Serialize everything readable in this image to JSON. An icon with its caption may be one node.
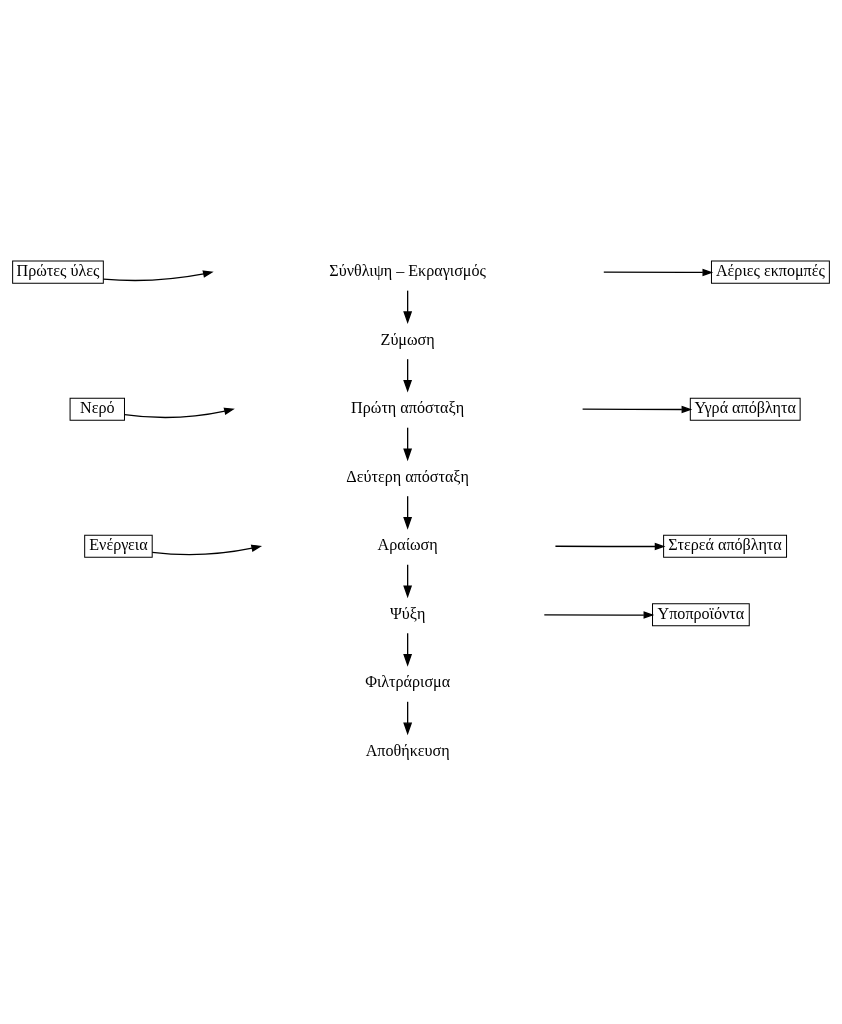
{
  "diagram": {
    "nodes": [
      {
        "text": [
          "Σύνθλιψη – Εκραγισμός"
        ]
      },
      {
        "text": [
          "Πρώτες ύλες"
        ]
      },
      {
        "text": [
          "Αέριες εκπομπές"
        ]
      },
      {
        "text": [
          "Ζύμωση"
        ]
      },
      {
        "text": [
          "Πρώτη απόσταξη"
        ]
      },
      {
        "text": [
          "Νερό"
        ]
      },
      {
        "text": [
          "Υγρά απόβλητα"
        ]
      },
      {
        "text": [
          "Δεύτερη απόσταξη"
        ]
      },
      {
        "text": [
          "Ενέργεια"
        ]
      },
      {
        "text": [
          "Αραίωση"
        ]
      },
      {
        "text": [
          "Στερεά απόβλητα"
        ]
      },
      {
        "text": [
          "Ψύξη"
        ]
      },
      {
        "text": [
          "Υποπροϊόντα"
        ]
      },
      {
        "text": [
          "Φιλτράρισμα"
        ]
      },
      {
        "text": [
          "Αποθήκευση"
        ]
      }
    ],
    "edges": [
      {
        "from": 0,
        "to": 3,
        "arrow": "to"
      },
      {
        "from": 3,
        "to": 4,
        "arrow": "to"
      },
      {
        "from": 4,
        "to": 7,
        "arrow": "to"
      },
      {
        "from": 7,
        "to": 9,
        "arrow": "to"
      },
      {
        "from": 9,
        "to": 11,
        "arrow": "to"
      },
      {
        "from": 11,
        "to": 13,
        "arrow": "to"
      },
      {
        "from": 13,
        "to": 14,
        "arrow": "to"
      },
      {
        "from": 1,
        "to": null,
        "arrow": "to"
      },
      {
        "from": null,
        "to": 2,
        "arrow": "to"
      },
      {
        "from": 5,
        "to": null,
        "arrow": "to"
      },
      {
        "from": null,
        "to": 6,
        "arrow": "to"
      },
      {
        "from": 8,
        "to": null,
        "arrow": "to"
      },
      {
        "from": null,
        "to": 10,
        "arrow": "to"
      },
      {
        "from": null,
        "to": 12,
        "arrow": "to"
      }
    ]
  }
}
